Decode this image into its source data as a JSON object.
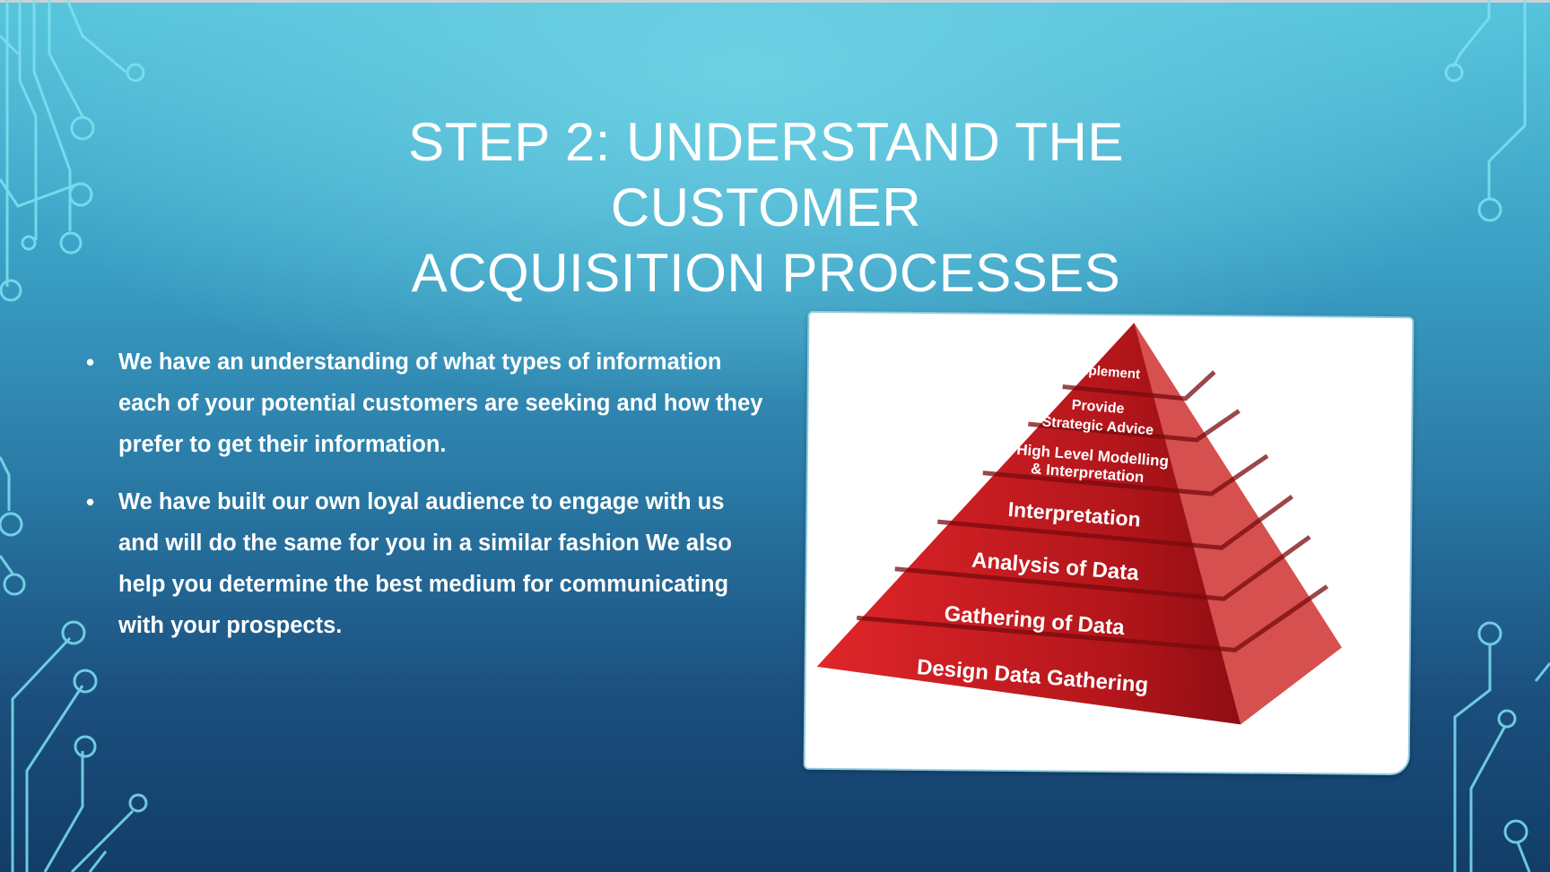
{
  "slide": {
    "title_line1": "Step 2: Understand the customer",
    "title_line2": "acquisition processes",
    "bullets": [
      {
        "text": "We have an understanding of what types of information each of your potential customers are seeking and how they prefer to get their information."
      },
      {
        "text": " We have built our own loyal audience to engage with us and will do the same for you in a similar fashion We also help you determine the best medium for communicating with your prospects."
      }
    ],
    "bullet_glyph": "•"
  },
  "pyramid": {
    "levels": [
      {
        "line1": "Implement",
        "line2": ""
      },
      {
        "line1": "Provide",
        "line2": "Strategic Advice"
      },
      {
        "line1": "High Level Modelling",
        "line2": "& Interpretation"
      },
      {
        "line1": "Interpretation",
        "line2": ""
      },
      {
        "line1": "Analysis of Data",
        "line2": ""
      },
      {
        "line1": "Gathering of Data",
        "line2": ""
      },
      {
        "line1": "Design Data Gathering",
        "line2": ""
      }
    ]
  },
  "colors": {
    "circuit": "#7fe1f2",
    "pyramid_front": "#c11f22",
    "pyramid_side": "#d3504e",
    "text": "#ffffff"
  }
}
